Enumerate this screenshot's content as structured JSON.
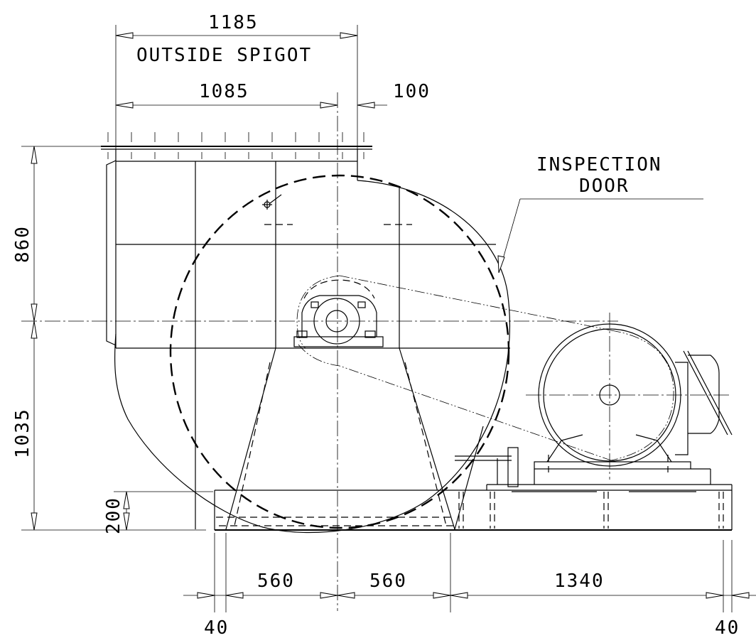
{
  "dimensions": {
    "top_overall": "1185",
    "outside_spigot": "OUTSIDE SPIGOT",
    "inlet_width": "1085",
    "offset": "100",
    "upper_height": "860",
    "lower_height": "1035",
    "base_height": "200",
    "base_left": "560",
    "base_right": "560",
    "motor_base": "1340",
    "edge_left": "40",
    "edge_right": "40"
  },
  "labels": {
    "inspection_door_line1": "INSPECTION",
    "inspection_door_line2": "DOOR"
  }
}
